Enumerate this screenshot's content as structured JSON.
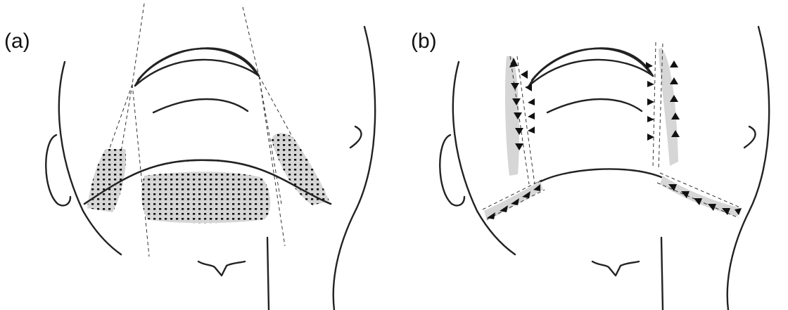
{
  "panels": [
    {
      "id": "a",
      "label": "(a)"
    },
    {
      "id": "b",
      "label": "(b)"
    }
  ],
  "colors": {
    "line": "#222222",
    "shade": "#d6d6d6",
    "dots": "#111111"
  }
}
